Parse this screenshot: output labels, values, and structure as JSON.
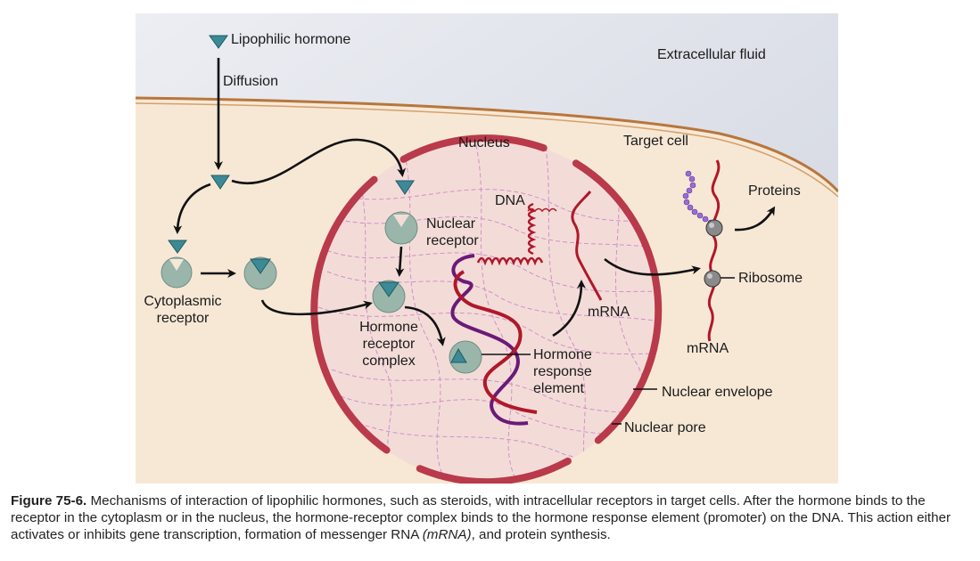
{
  "diagram": {
    "labels": {
      "lipophilic_hormone": "Lipophilic hormone",
      "diffusion": "Diffusion",
      "extracellular_fluid": "Extracellular fluid",
      "target_cell": "Target cell",
      "nucleus": "Nucleus",
      "dna": "DNA",
      "nuclear_receptor_1": "Nuclear",
      "nuclear_receptor_2": "receptor",
      "cytoplasmic_receptor_1": "Cytoplasmic",
      "cytoplasmic_receptor_2": "receptor",
      "hormone_receptor_complex_1": "Hormone",
      "hormone_receptor_complex_2": "receptor",
      "hormone_receptor_complex_3": "complex",
      "mrna_nucleus": "mRNA",
      "hormone_response_element_1": "Hormone",
      "hormone_response_element_2": "response",
      "hormone_response_element_3": "element",
      "proteins": "Proteins",
      "ribosome": "Ribosome",
      "mrna_cytoplasm": "mRNA",
      "nuclear_envelope": "Nuclear envelope",
      "nuclear_pore": "Nuclear pore"
    },
    "colors": {
      "extracellular": "#dfe1e9",
      "cytoplasm": "#f7e8d6",
      "membrane": "#b8763c",
      "nuclear_envelope": "#b93a4a",
      "nucleoplasm": "#f3dcd8",
      "chromatin_lines": "#c983c8",
      "receptor": "#9ab6ab",
      "hormone": "#3b8a96",
      "dna_red": "#b0182a",
      "dna_purple": "#6b1a78",
      "protein_chain": "#9b6bd6",
      "ribosome": "#8a8a8a"
    }
  },
  "caption": {
    "figure_label": "Figure 75-6.",
    "text_before_italic": "Mechanisms of interaction of lipophilic hormones, such as steroids, with intracellular receptors in target cells. After the hormone binds to the receptor in the cytoplasm or in the nucleus, the hormone-receptor complex binds to the hormone response element (promoter) on the DNA. This action either activates or inhibits gene transcription, formation of messenger RNA ",
    "italic_text": "(mRNA)",
    "text_after_italic": ", and protein synthesis."
  }
}
